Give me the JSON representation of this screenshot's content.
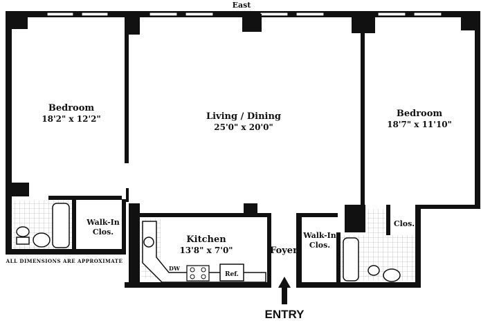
{
  "compass": "East",
  "rooms": {
    "bedroom_left": {
      "name": "Bedroom",
      "dims": "18'2\" x 12'2\""
    },
    "living": {
      "name": "Living / Dining",
      "dims": "25'0\" x 20'0\""
    },
    "bedroom_right": {
      "name": "Bedroom",
      "dims": "18'7\" x 11'10\""
    },
    "kitchen": {
      "name": "Kitchen",
      "dims": "13'8\" x 7'0\""
    },
    "walkin_left": {
      "line1": "Walk-In",
      "line2": "Clos."
    },
    "walkin_right": {
      "line1": "Walk-In",
      "line2": "Clos."
    },
    "closet_right": {
      "name": "Clos."
    },
    "foyer": {
      "name": "Foyer"
    },
    "refrigerator": {
      "label": "Ref."
    },
    "dishwasher": {
      "label": "DW"
    }
  },
  "disclaimer": "All dimensions are approximate",
  "entry": "ENTRY"
}
